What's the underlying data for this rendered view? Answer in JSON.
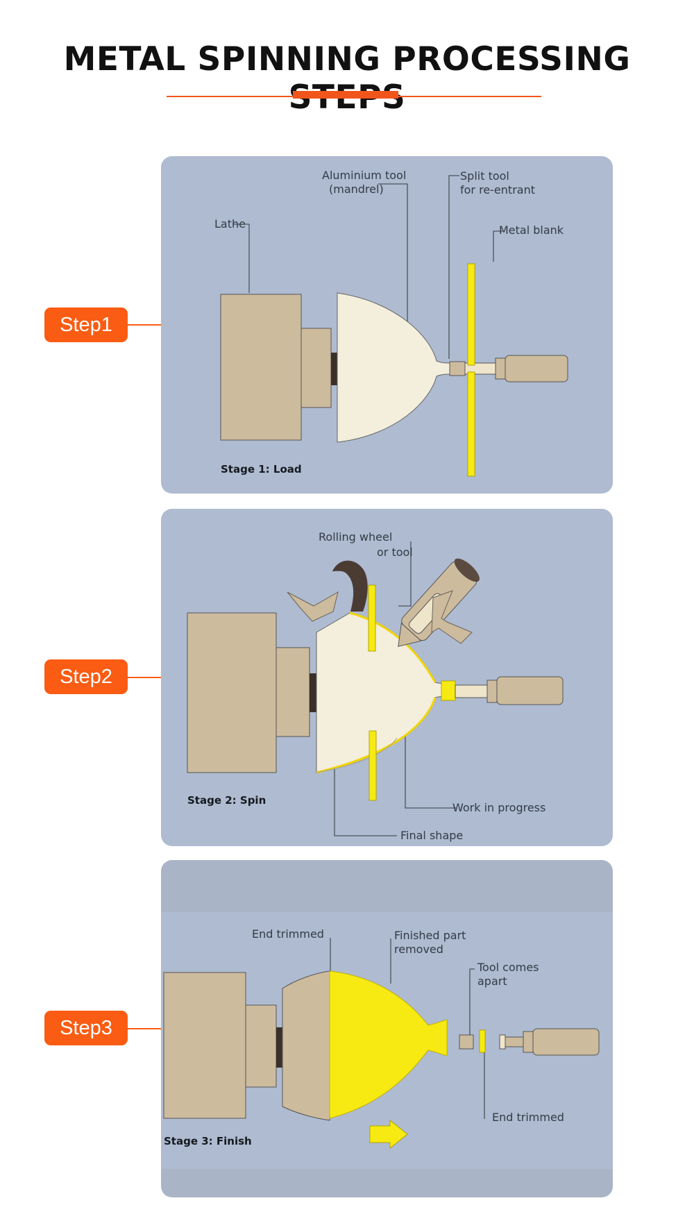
{
  "title": "METAL SPINNING PROCESSING STEPS",
  "steps": [
    {
      "badge": "Step1",
      "stage": "Stage 1: Load",
      "labels": {
        "lathe": "Lathe",
        "tool_line1": "Aluminium tool",
        "tool_line2": "(mandrel)",
        "split_line1": "Split tool",
        "split_line2": "for re-entrant",
        "blank": "Metal blank"
      }
    },
    {
      "badge": "Step2",
      "stage": "Stage 2: Spin",
      "labels": {
        "wheel_line1": "Rolling wheel",
        "wheel_line2": "or tool",
        "progress": "Work in progress",
        "final": "Final shape"
      }
    },
    {
      "badge": "Step3",
      "stage": "Stage 3: Finish",
      "labels": {
        "end_trimmed_top": "End trimmed",
        "finished_line1": "Finished part",
        "finished_line2": "removed",
        "apart_line1": "Tool comes",
        "apart_line2": "apart",
        "end_trimmed_bottom": "End trimmed"
      }
    }
  ],
  "colors": {
    "accent": "#f95c12",
    "panel_bg": "#aebbd0",
    "lathe": "#cdbb9d",
    "mandrel": "#f3efdc",
    "blank": "#f7ea12"
  }
}
